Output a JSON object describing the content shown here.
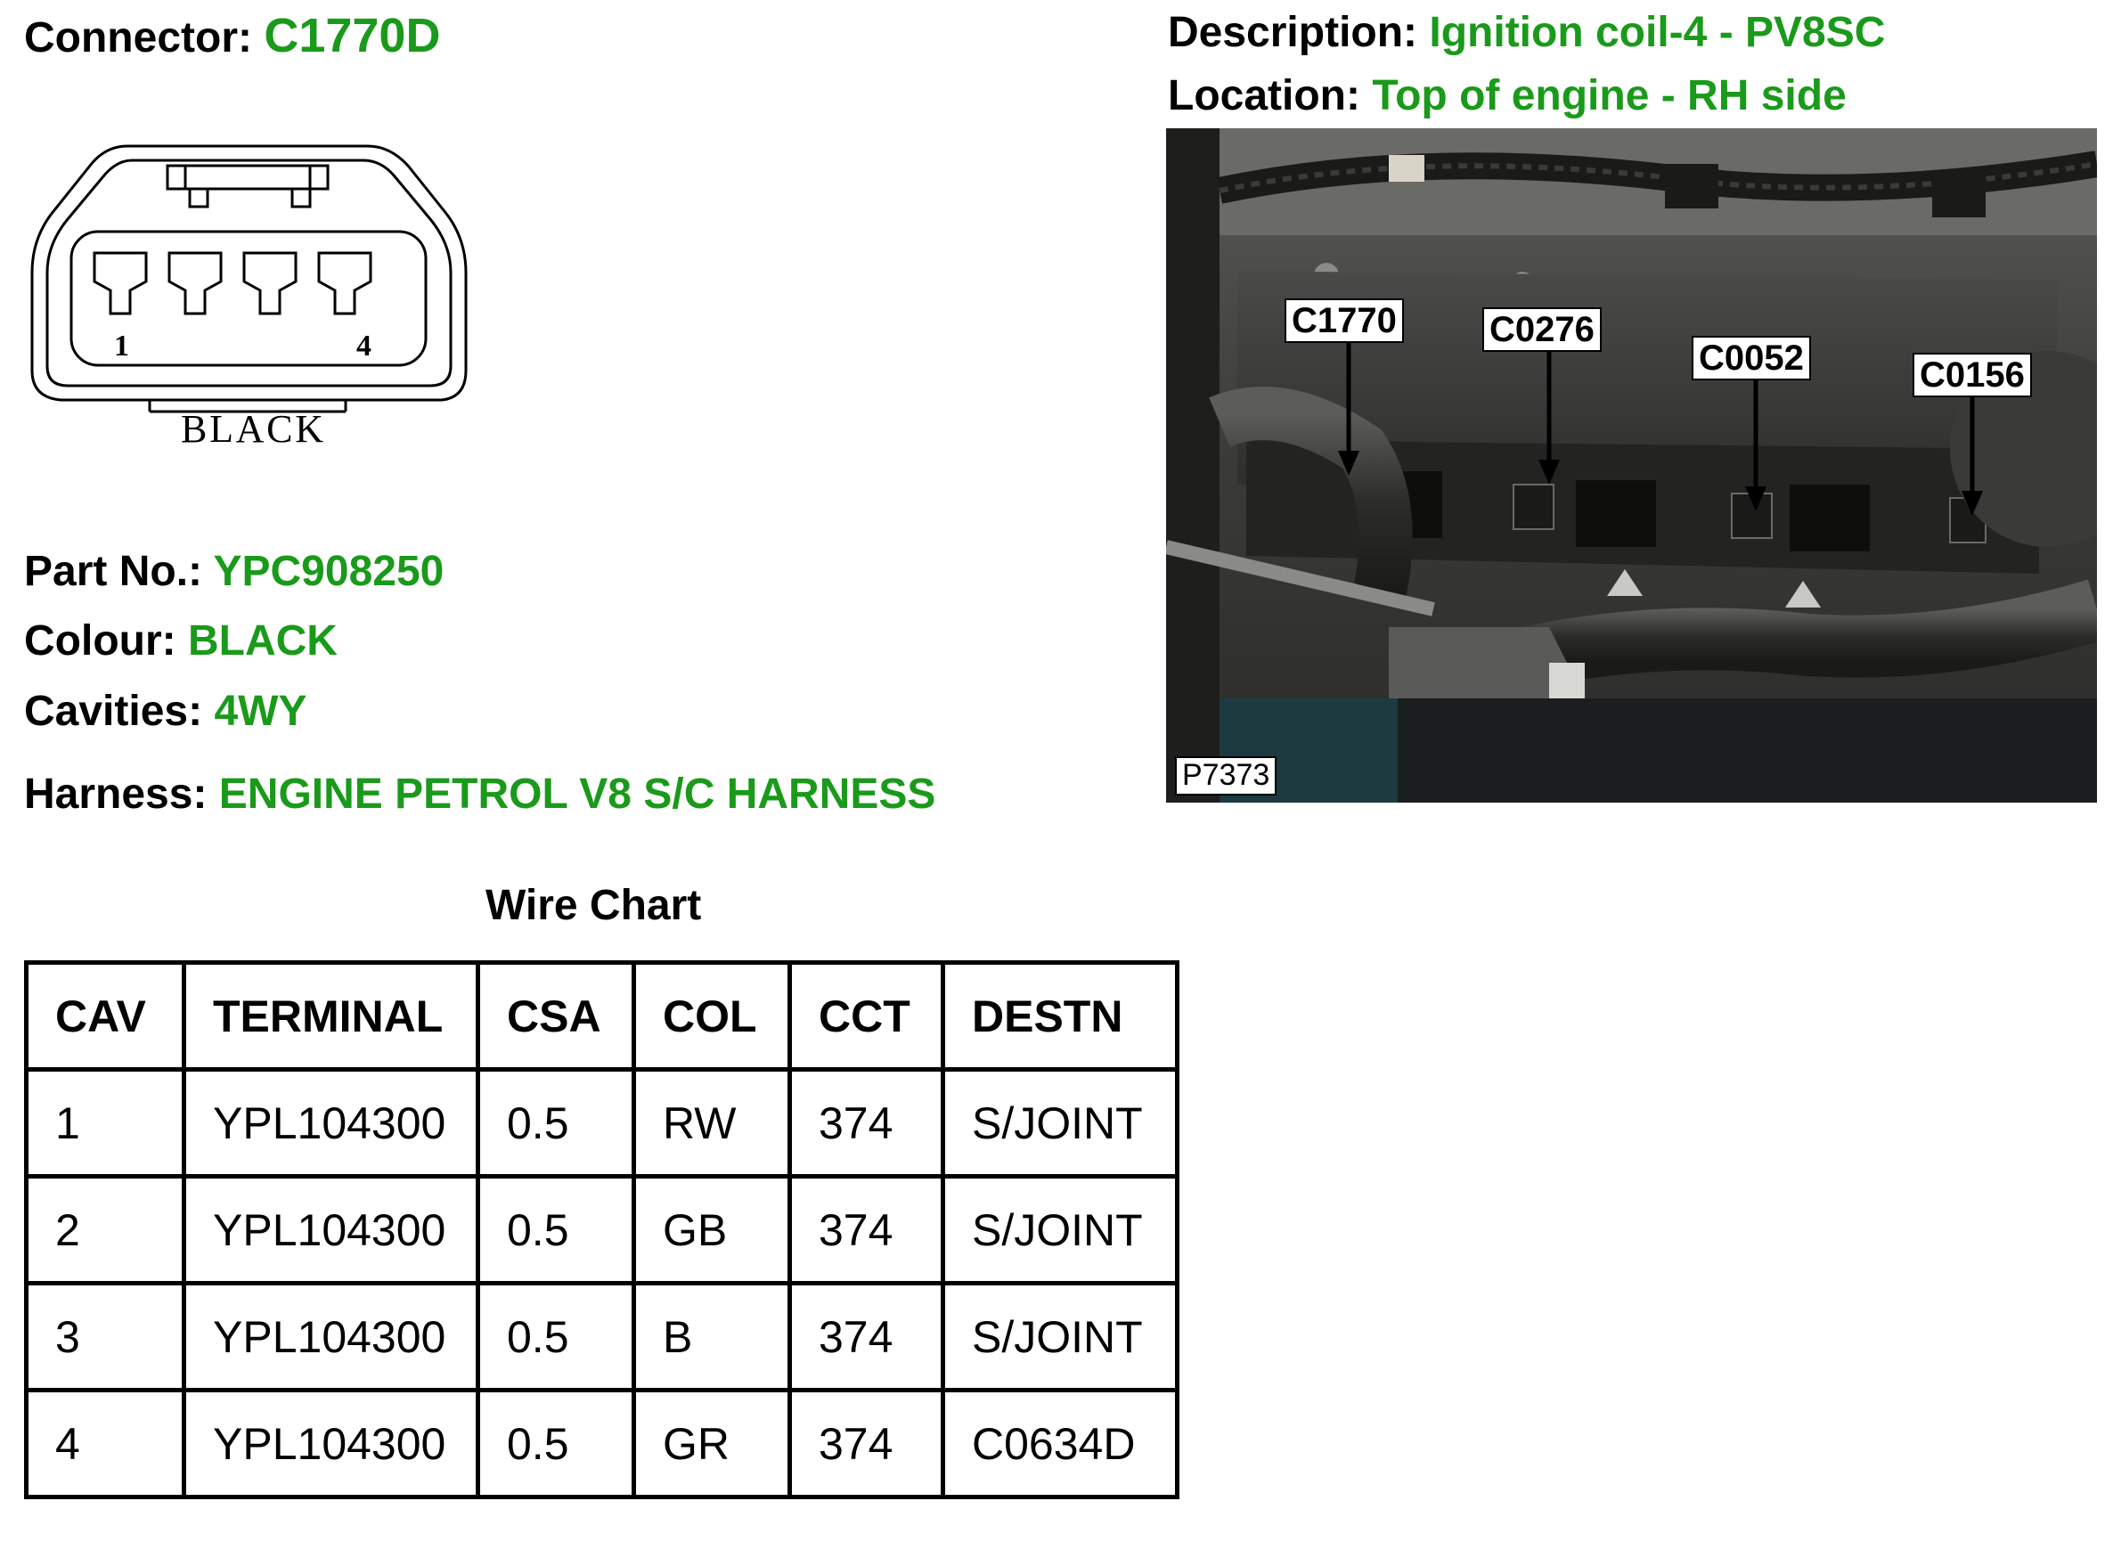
{
  "connector": {
    "label": "Connector:",
    "value": "C1770D"
  },
  "description": {
    "label": "Description:",
    "value": "Ignition coil-4 - PV8SC"
  },
  "location": {
    "label": "Location:",
    "value": "Top of engine - RH side"
  },
  "part_no": {
    "label": "Part No.:",
    "value": "YPC908250"
  },
  "colour": {
    "label": "Colour:",
    "value": "BLACK"
  },
  "cavities": {
    "label": "Cavities:",
    "value": "4WY"
  },
  "harness": {
    "label": "Harness:",
    "value": "ENGINE PETROL V8 S/C HARNESS"
  },
  "connector_diagram": {
    "pin_first": "1",
    "pin_last": "4",
    "colour_text": "BLACK"
  },
  "photo": {
    "callouts": [
      "C1770",
      "C0276",
      "C0052",
      "C0156"
    ],
    "id": "P7373"
  },
  "wire_chart": {
    "title": "Wire Chart",
    "headers": [
      "CAV",
      "TERMINAL",
      "CSA",
      "COL",
      "CCT",
      "DESTN"
    ],
    "rows": [
      [
        "1",
        "YPL104300",
        "0.5",
        "RW",
        "374",
        "S/JOINT"
      ],
      [
        "2",
        "YPL104300",
        "0.5",
        "GB",
        "374",
        "S/JOINT"
      ],
      [
        "3",
        "YPL104300",
        "0.5",
        "B",
        "374",
        "S/JOINT"
      ],
      [
        "4",
        "YPL104300",
        "0.5",
        "GR",
        "374",
        "C0634D"
      ]
    ]
  },
  "colors": {
    "label": "#000000",
    "value": "#1a9a1a"
  }
}
